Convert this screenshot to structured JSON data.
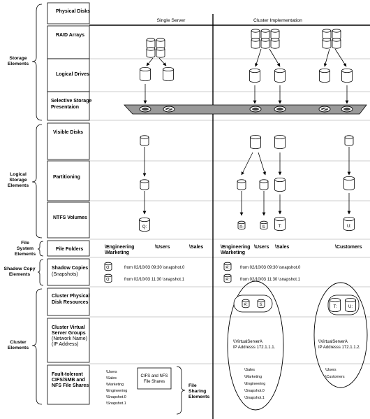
{
  "columns": {
    "single": "Single Server",
    "cluster": "Cluster Implementation"
  },
  "groups": {
    "storage": [
      "Storage",
      "Elements"
    ],
    "logical": [
      "Logical",
      "Storage",
      "Elements"
    ],
    "filesys": [
      "File",
      "System",
      "Elements"
    ],
    "shadow": [
      "Shadow Copy",
      "Elements"
    ],
    "cluster": [
      "Cluster",
      "Elements"
    ],
    "sharing": [
      "File",
      "Sharing",
      "Elements"
    ]
  },
  "rows": {
    "physical_disks": [
      "Physical Disks"
    ],
    "raid": [
      "RAID Arrays"
    ],
    "logical_drives": [
      "Logical Drives"
    ],
    "selective": [
      "Selective Storage",
      "Presentaion"
    ],
    "visible": [
      "Visible Disks"
    ],
    "partitioning": [
      "Partitioning"
    ],
    "ntfs": [
      "NTFS Volumes"
    ],
    "folders": [
      "File Folders"
    ],
    "shadow_copies": [
      "Shadow Copies",
      "(Snapshots)"
    ],
    "cluster_physical": [
      "Cluster Physical",
      "Disk Resources"
    ],
    "virtual_groups": [
      "Cluster Virtual",
      "Server Groups",
      "(Network Name)",
      "(IP Address)"
    ],
    "fault_tolerant": [
      "Fault-tolerant",
      "CIFS/SMB and",
      "NFS File Shares"
    ]
  },
  "drive_letters": {
    "q": "Q:",
    "r": "R:",
    "s": "S:",
    "t": "T:",
    "u": "U:"
  },
  "folders": {
    "single": [
      "\\Engineering",
      "\\Users",
      "\\Sales",
      "\\Marketing"
    ],
    "cluster": [
      "\\Engineering",
      "\\Users",
      "\\Sales",
      "\\Customers",
      "\\Marketing"
    ]
  },
  "snapshots": {
    "first": "from 02/10/03 09:30 \\snapshot.0",
    "second": "from 02/10/03 11:30 \\snapshot.1"
  },
  "virtual_servers": {
    "a": [
      "\\\\VirtualServerA",
      "IP Addresss 172.1.1.1."
    ],
    "b": [
      "\\\\VirtualServerA",
      "IP Addresss 172.1.1.2."
    ]
  },
  "shares": {
    "single": [
      "\\Users",
      "\\Sales",
      "\\Marketing",
      "\\Engineering",
      "\\Snapshot.0",
      "\\Snapshot.1"
    ],
    "clusterA": [
      "\\Sales",
      "\\Marketing",
      "\\Engineering",
      "\\Snapshot.0",
      "\\Snapshot.1"
    ],
    "clusterB": [
      "\\Users",
      "\\Customers"
    ],
    "callout": [
      "CIFS and NFS",
      "File Shares"
    ]
  }
}
